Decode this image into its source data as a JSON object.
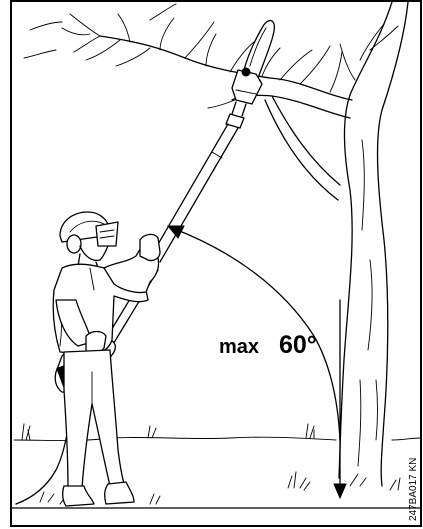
{
  "annotation": {
    "prefix": "max",
    "angle_value": "60°"
  },
  "figure_code": "247BA017 KN"
}
